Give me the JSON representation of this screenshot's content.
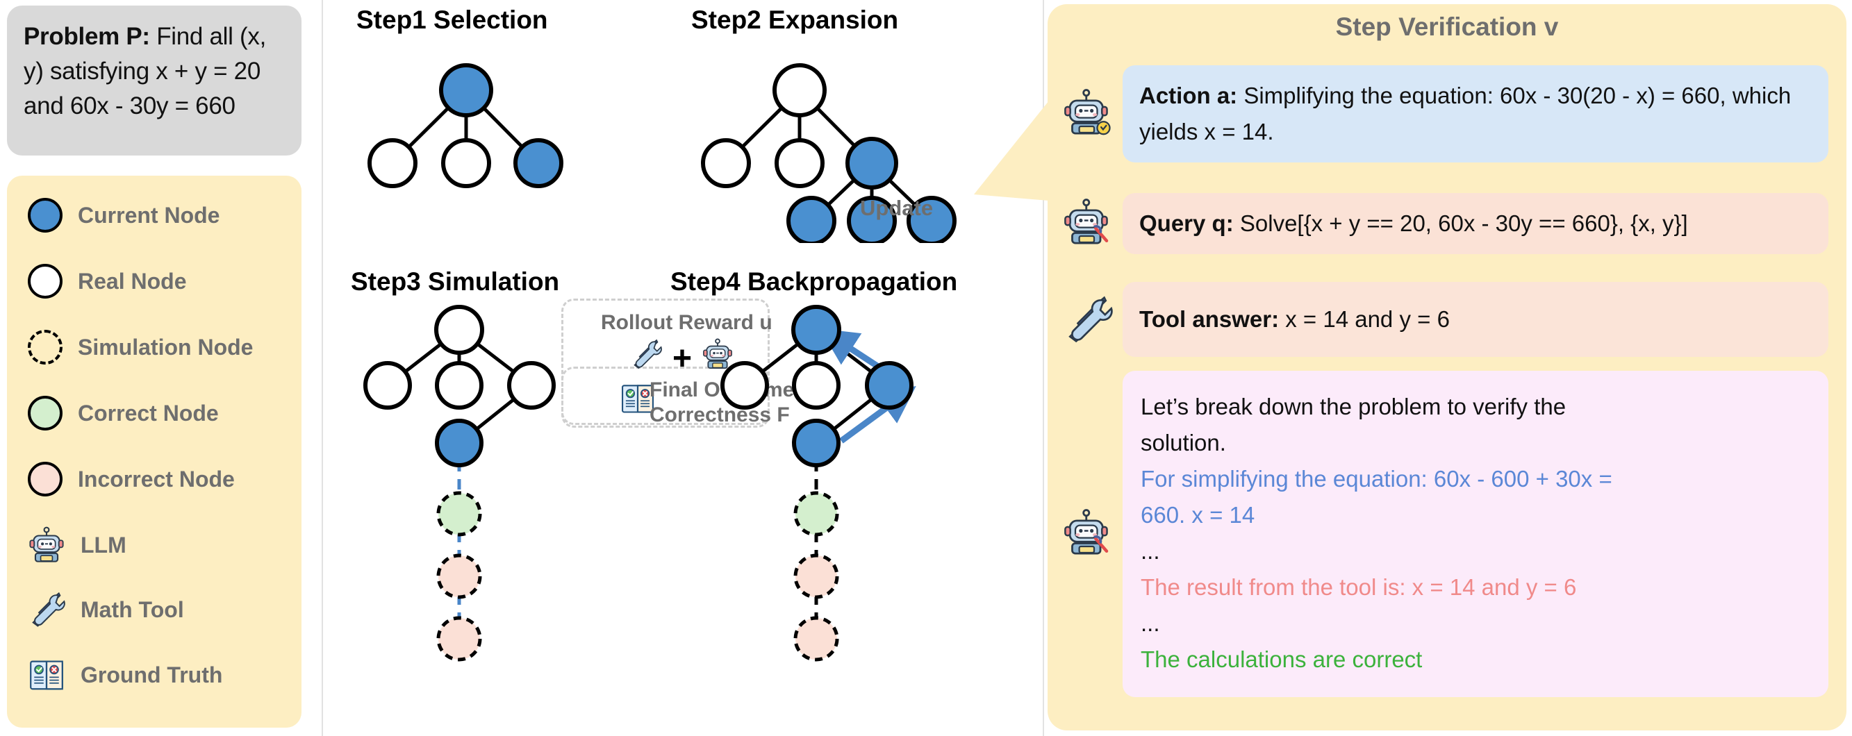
{
  "problem": {
    "label": "Problem P:",
    "text": " Find all (x, y) satisfying x + y = 20 and 60x - 30y = 660"
  },
  "legend": {
    "items": [
      {
        "icon": "filled-blue-circle-icon",
        "label": "Current Node"
      },
      {
        "icon": "white-circle-icon",
        "label": "Real Node"
      },
      {
        "icon": "dashed-circle-icon",
        "label": "Simulation Node"
      },
      {
        "icon": "green-circle-icon",
        "label": "Correct Node"
      },
      {
        "icon": "pink-circle-icon",
        "label": "Incorrect Node"
      },
      {
        "icon": "robot-icon",
        "label": "LLM"
      },
      {
        "icon": "wrench-screwdriver-icon",
        "label": "Math Tool"
      },
      {
        "icon": "notebook-check-x-icon",
        "label": "Ground Truth"
      }
    ]
  },
  "steps": {
    "step1": "Step1 Selection",
    "step2": "Step2 Expansion",
    "step3": "Step3 Simulation",
    "step4": "Step4 Backpropagation",
    "update_label": "Update",
    "rollout_reward": "Rollout Reward u",
    "final_outcome_l1": "Final Outcome",
    "final_outcome_l2": "Correctness F",
    "plus": "+"
  },
  "verification": {
    "title": "Step Verification v",
    "action": {
      "icon": "robot-idea-icon",
      "label": "Action a:",
      "text": " Simplifying the equation: 60x - 30(20 - x) = 660, which yields x = 14."
    },
    "query": {
      "icon": "robot-tool-icon",
      "label": "Query q:",
      "text": " Solve[{x + y == 20, 60x - 30y == 660}, {x, y}]"
    },
    "tool_answer": {
      "icon": "wrench-screwdriver-icon",
      "label": "Tool answer:",
      "text": " x = 14 and y = 6"
    },
    "reasoning": {
      "icon": "robot-tool-icon",
      "lines": [
        {
          "text": "Let’s break down the problem to verify the",
          "color": "black"
        },
        {
          "text": "solution.",
          "color": "black"
        },
        {
          "text": "For simplifying the equation: 60x - 600 + 30x =",
          "color": "blue"
        },
        {
          "text": "660.  x = 14",
          "color": "blue"
        },
        {
          "text": "...",
          "color": "black"
        },
        {
          "text": "The result from the tool is: x = 14 and y = 6",
          "color": "red"
        },
        {
          "text": "...",
          "color": "black"
        },
        {
          "text": "The calculations are correct",
          "color": "green"
        }
      ]
    }
  },
  "colors": {
    "current_node": "#4a90d0",
    "correct_node": "#d4efce",
    "incorrect_node": "#fbe0d6",
    "panel_yellow": "#fdeec2",
    "problem_grey": "#d9d9d9",
    "arrow_blue": "#4a86c8",
    "text_grey": "#6e6e6e"
  }
}
